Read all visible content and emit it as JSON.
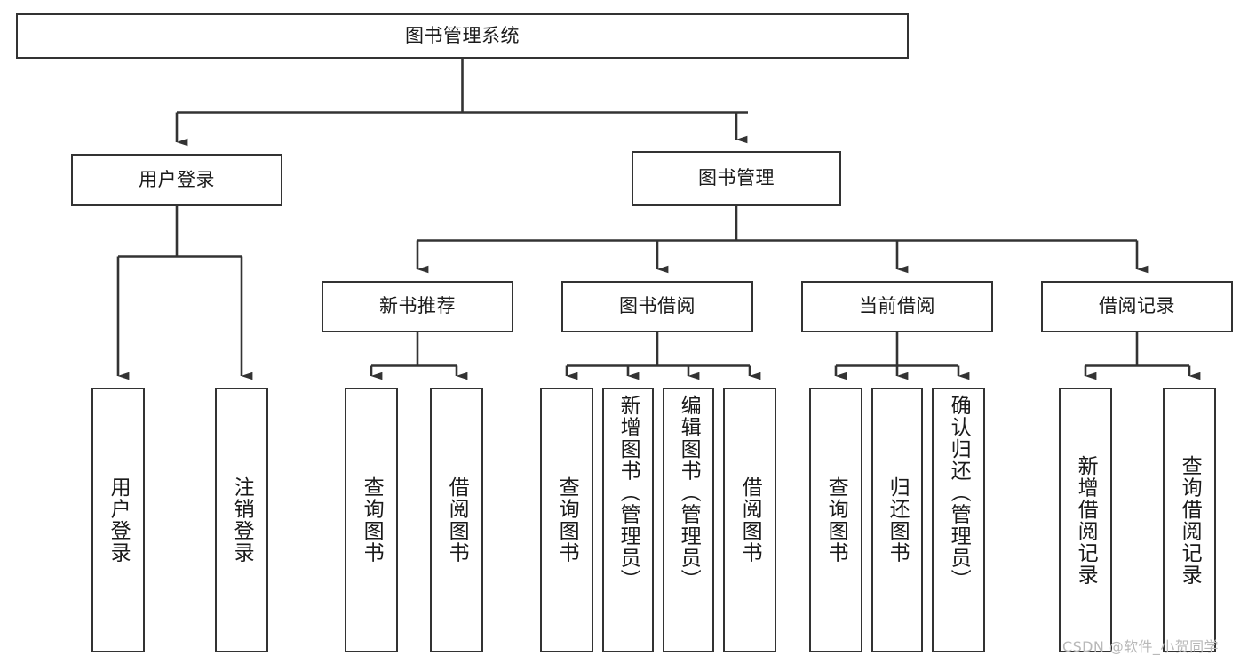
{
  "diagram": {
    "title": "图书管理系统",
    "type": "tree-hierarchy",
    "watermark": "CSDN @软件_小贺同学",
    "style": {
      "box_border_color": "#333333",
      "box_fill_color": "#ffffff",
      "edge_color": "#333333",
      "text_color": "#1a1a1a",
      "background": "#ffffff"
    },
    "levels": [
      {
        "level": 1,
        "nodes": [
          {
            "id": "root",
            "label": "图书管理系统",
            "orientation": "horizontal"
          }
        ]
      },
      {
        "level": 2,
        "nodes": [
          {
            "id": "user-login",
            "label": "用户登录",
            "orientation": "horizontal",
            "parent": "root"
          },
          {
            "id": "book-manage",
            "label": "图书管理",
            "orientation": "horizontal",
            "parent": "root"
          }
        ]
      },
      {
        "level": 3,
        "nodes": [
          {
            "id": "new-book-rec",
            "label": "新书推荐",
            "orientation": "horizontal",
            "parent": "book-manage"
          },
          {
            "id": "book-borrow",
            "label": "图书借阅",
            "orientation": "horizontal",
            "parent": "book-manage"
          },
          {
            "id": "current-borrow",
            "label": "当前借阅",
            "orientation": "horizontal",
            "parent": "book-manage"
          },
          {
            "id": "borrow-record",
            "label": "借阅记录",
            "orientation": "horizontal",
            "parent": "book-manage"
          }
        ]
      },
      {
        "level": 4,
        "nodes": [
          {
            "id": "leaf-user-login",
            "label": "用户登录",
            "orientation": "vertical",
            "parent": "user-login"
          },
          {
            "id": "leaf-logout",
            "label": "注销登录",
            "orientation": "vertical",
            "parent": "user-login"
          },
          {
            "id": "leaf-query-book-1",
            "label": "查询图书",
            "orientation": "vertical",
            "parent": "new-book-rec"
          },
          {
            "id": "leaf-borrow-book-1",
            "label": "借阅图书",
            "orientation": "vertical",
            "parent": "new-book-rec"
          },
          {
            "id": "leaf-query-book-2",
            "label": "查询图书",
            "orientation": "vertical",
            "parent": "book-borrow"
          },
          {
            "id": "leaf-add-book",
            "label": "新增图书（管理员）",
            "orientation": "vertical",
            "parent": "book-borrow"
          },
          {
            "id": "leaf-edit-book",
            "label": "编辑图书（管理员）",
            "orientation": "vertical",
            "parent": "book-borrow"
          },
          {
            "id": "leaf-borrow-book-2",
            "label": "借阅图书",
            "orientation": "vertical",
            "parent": "book-borrow"
          },
          {
            "id": "leaf-query-book-3",
            "label": "查询图书",
            "orientation": "vertical",
            "parent": "current-borrow"
          },
          {
            "id": "leaf-return-book",
            "label": "归还图书",
            "orientation": "vertical",
            "parent": "current-borrow"
          },
          {
            "id": "leaf-confirm-return",
            "label": "确认归还（管理员）",
            "orientation": "vertical",
            "parent": "current-borrow"
          },
          {
            "id": "leaf-add-record",
            "label": "新增借阅记录",
            "orientation": "vertical",
            "parent": "borrow-record"
          },
          {
            "id": "leaf-query-record",
            "label": "查询借阅记录",
            "orientation": "vertical",
            "parent": "borrow-record"
          }
        ]
      }
    ]
  }
}
